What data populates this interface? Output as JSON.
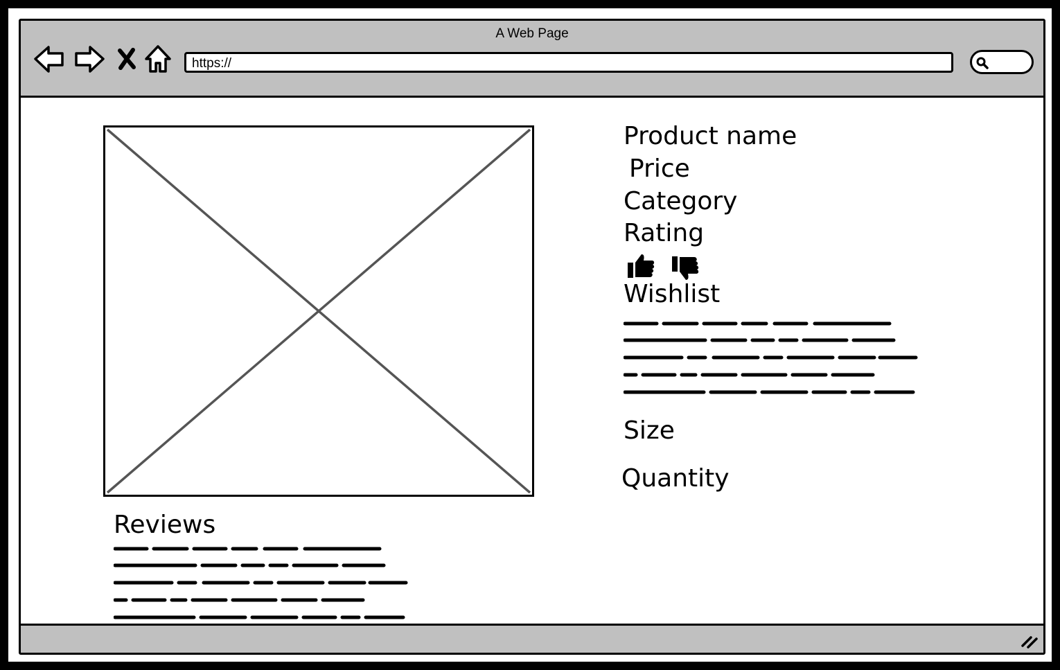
{
  "browser": {
    "title": "A Web Page",
    "url": "https://"
  },
  "product": {
    "name_label": "Product name",
    "price_label": "Price",
    "category_label": "Category",
    "rating_label": "Rating",
    "wishlist_label": "Wishlist",
    "size_label": "Size",
    "quantity_label": "Quantity"
  },
  "reviews": {
    "title": "Reviews"
  },
  "icons": {
    "back": "arrow-left-icon",
    "forward": "arrow-right-icon",
    "stop": "close-icon",
    "home": "home-icon",
    "search": "search-icon",
    "like": "thumbs-up-icon",
    "dislike": "thumbs-down-icon",
    "resize": "resize-grip-icon"
  }
}
